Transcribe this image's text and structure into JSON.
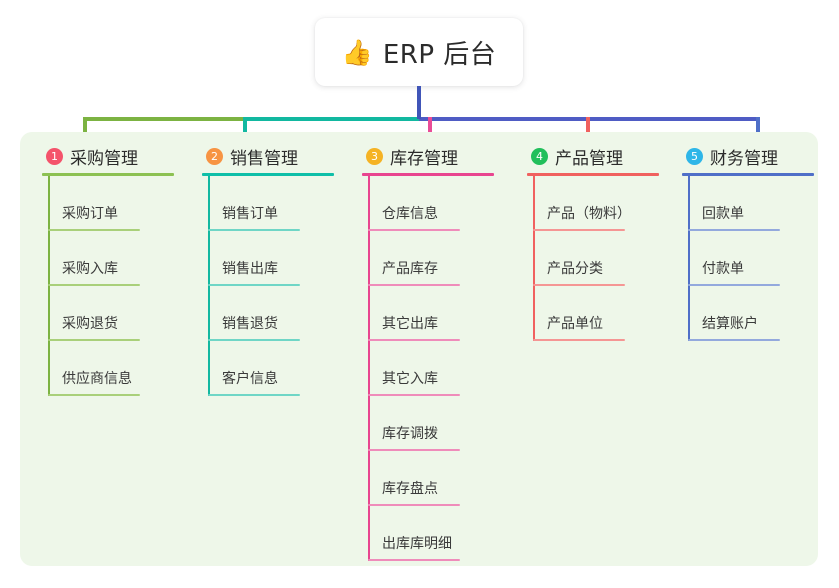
{
  "root": {
    "icon": "thumbs-up-icon",
    "emoji": "👍",
    "title": "ERP 后台"
  },
  "palette": {
    "panel_bg": "#eef7e9",
    "card_bg": "#ffffff",
    "text": "#2b2b2b"
  },
  "trunk": {
    "stem_color": "#4055b8",
    "bus_segments": [
      {
        "color": "#7cb342"
      },
      {
        "color": "#12b8a0"
      },
      {
        "color": "#4f5cc4"
      }
    ]
  },
  "columns": [
    {
      "number": "1",
      "title": "采购管理",
      "badge_color": "#f4536b",
      "line_color": "#7cb342",
      "rule_color": "#8cc152",
      "leaf_rule_color": "#a9d07a",
      "drop_color": "#7cb342",
      "items": [
        {
          "label": "采购订单"
        },
        {
          "label": "采购入库"
        },
        {
          "label": "采购退货"
        },
        {
          "label": "供应商信息"
        }
      ]
    },
    {
      "number": "2",
      "title": "销售管理",
      "badge_color": "#f79443",
      "line_color": "#12b8a0",
      "rule_color": "#0fbfa8",
      "leaf_rule_color": "#6fd6c6",
      "drop_color": "#12b8a0",
      "items": [
        {
          "label": "销售订单"
        },
        {
          "label": "销售出库"
        },
        {
          "label": "销售退货"
        },
        {
          "label": "客户信息"
        }
      ]
    },
    {
      "number": "3",
      "title": "库存管理",
      "badge_color": "#f5b324",
      "line_color": "#e8458f",
      "rule_color": "#e8458f",
      "leaf_rule_color": "#ef8cba",
      "drop_color": "#ea4c97",
      "items": [
        {
          "label": "仓库信息"
        },
        {
          "label": "产品库存"
        },
        {
          "label": "其它出库"
        },
        {
          "label": "其它入库"
        },
        {
          "label": "库存调拨"
        },
        {
          "label": "库存盘点"
        },
        {
          "label": "出库库明细"
        }
      ]
    },
    {
      "number": "4",
      "title": "产品管理",
      "badge_color": "#21bf5b",
      "line_color": "#f0615f",
      "rule_color": "#f0615f",
      "leaf_rule_color": "#f59694",
      "drop_color": "#f0615f",
      "items": [
        {
          "label": "产品（物料）"
        },
        {
          "label": "产品分类"
        },
        {
          "label": "产品单位"
        }
      ]
    },
    {
      "number": "5",
      "title": "财务管理",
      "badge_color": "#2eb6e8",
      "line_color": "#4f6fc8",
      "rule_color": "#4f6fc8",
      "leaf_rule_color": "#93a9dd",
      "drop_color": "#4f6fc8",
      "items": [
        {
          "label": "回款单"
        },
        {
          "label": "付款单"
        },
        {
          "label": "结算账户"
        }
      ]
    }
  ]
}
